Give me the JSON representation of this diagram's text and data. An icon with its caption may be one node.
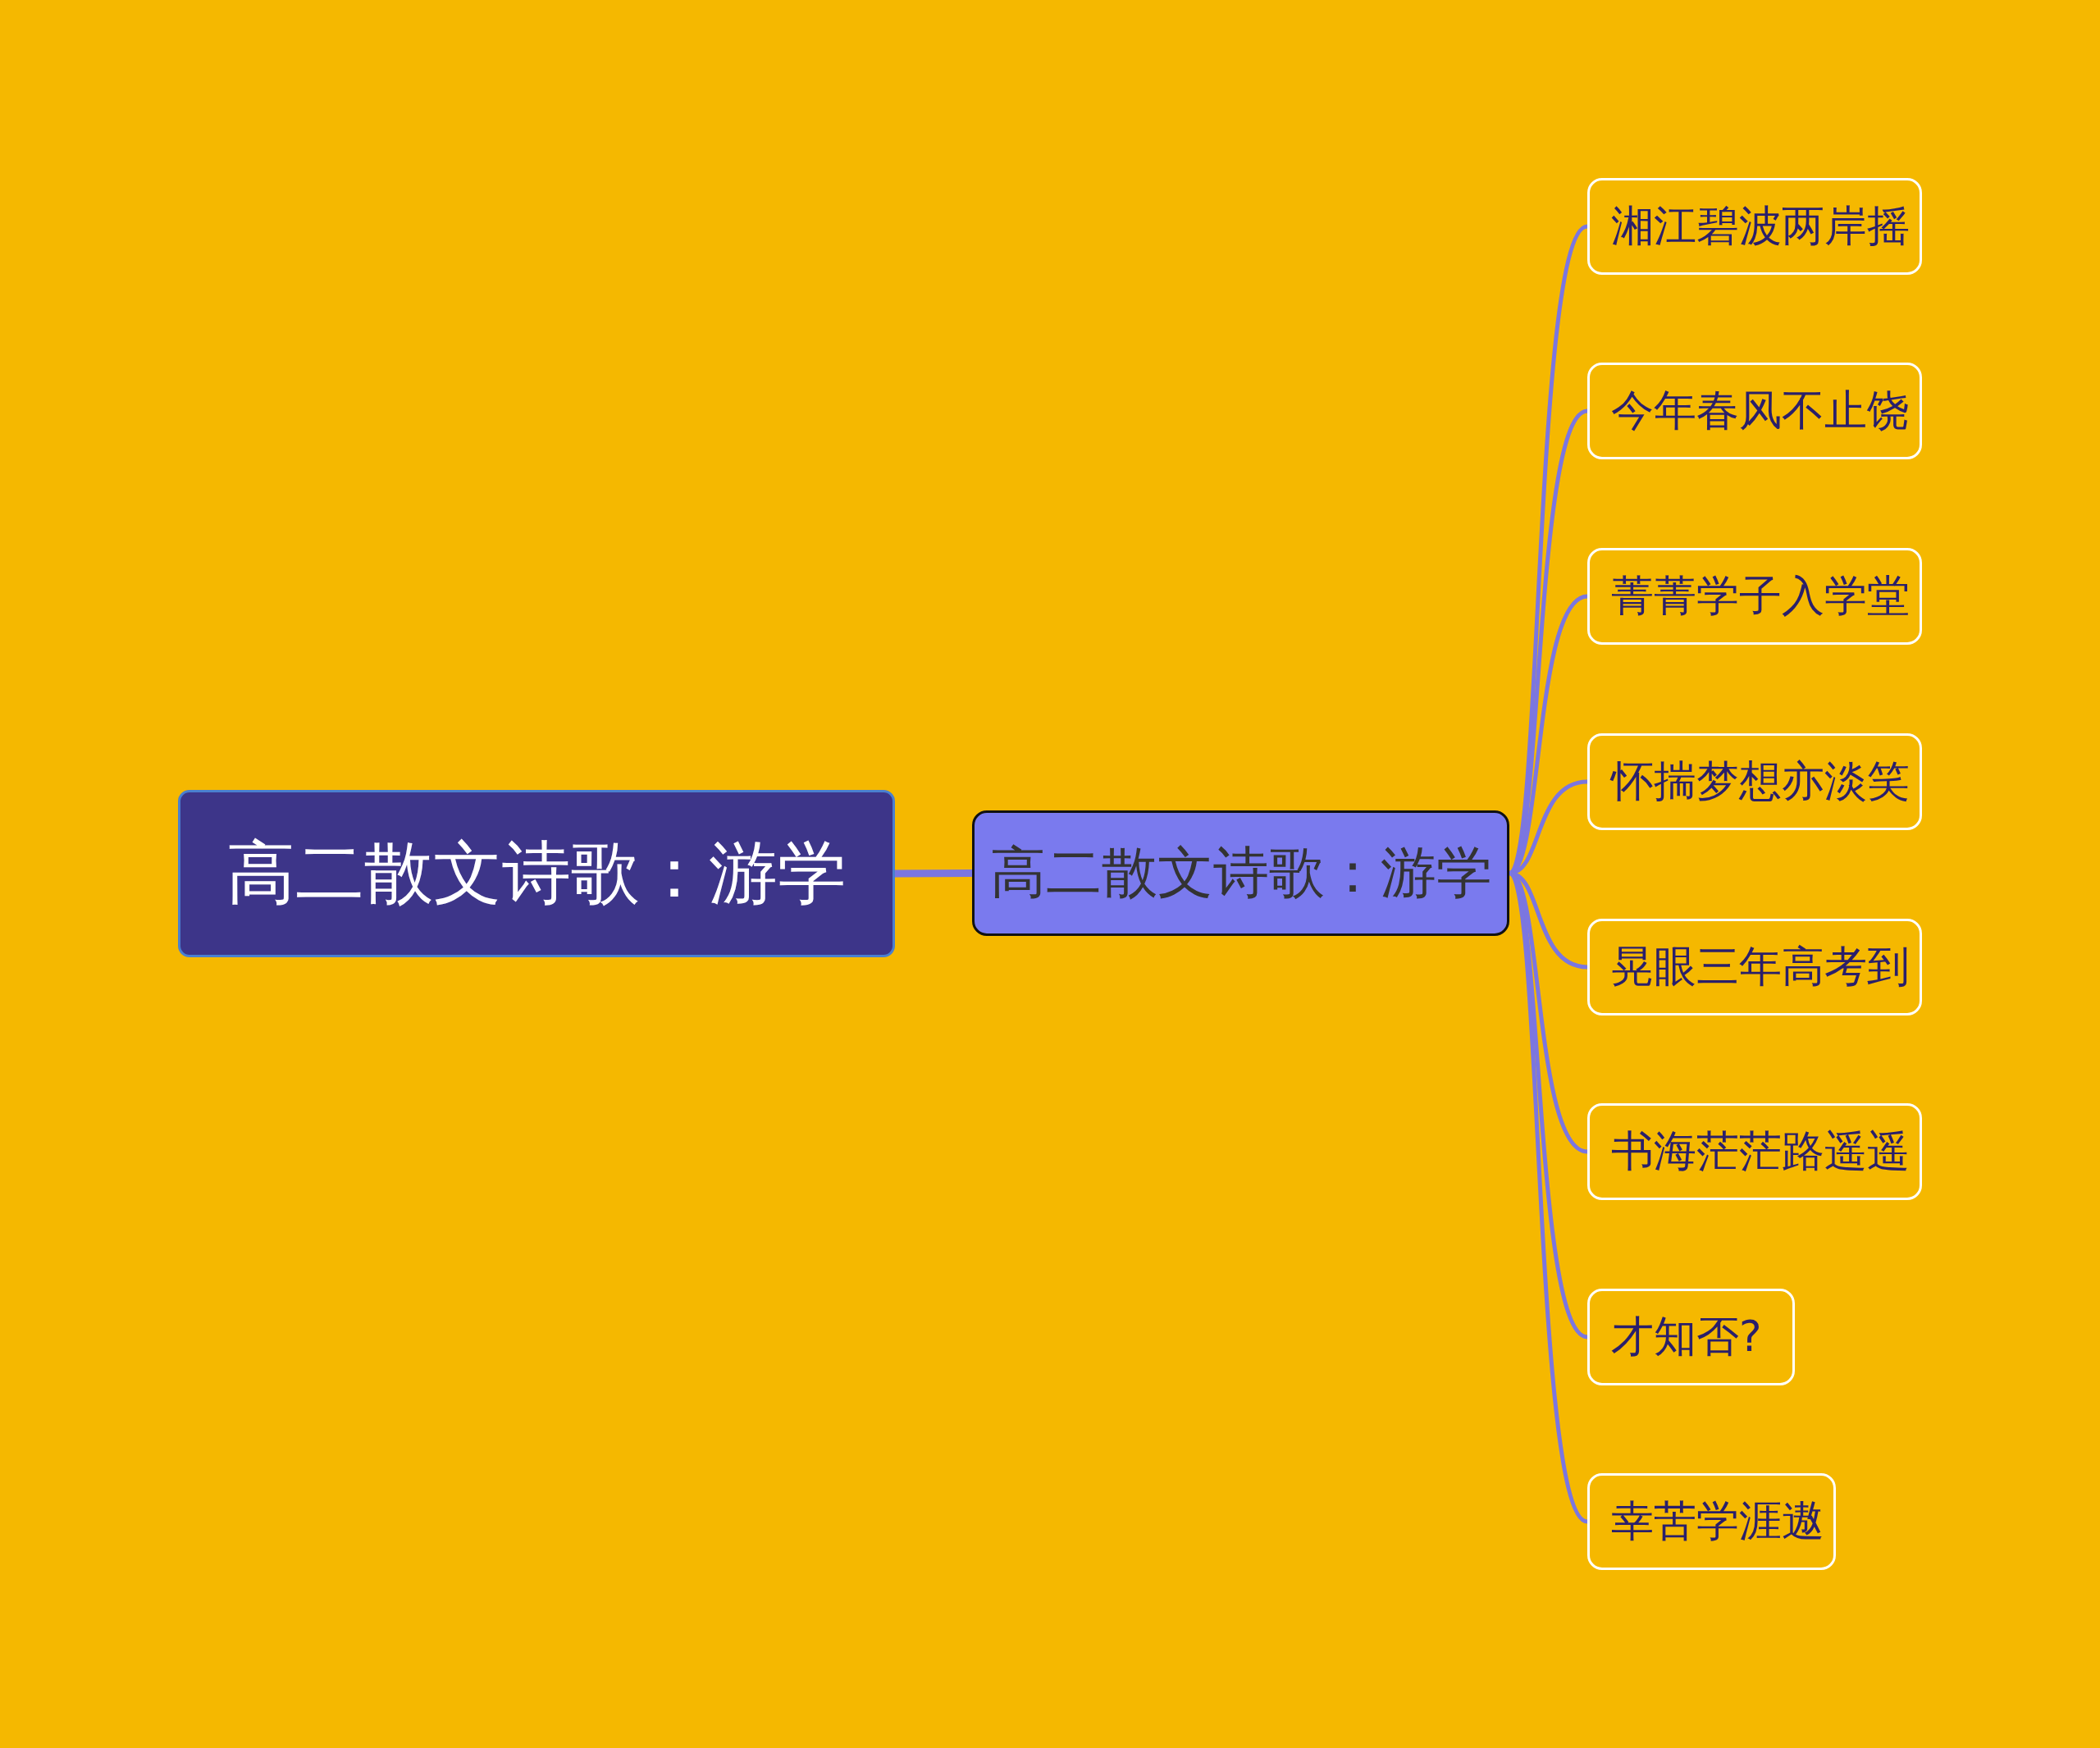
{
  "diagram": {
    "nodes": [
      {
        "text": [
          "高二散文诗歌：游学"
        ]
      },
      {
        "text": [
          "高二散文诗歌：游学"
        ]
      },
      {
        "text": [
          "湘江碧波两岸摇"
        ]
      },
      {
        "text": [
          "今年春风不止饶"
        ]
      },
      {
        "text": [
          "菁菁学子入学堂"
        ]
      },
      {
        "text": [
          "怀揣梦想亦淡笑"
        ]
      },
      {
        "text": [
          "晃眼三年高考到"
        ]
      },
      {
        "text": [
          "书海茫茫路遥遥"
        ]
      },
      {
        "text": [
          "才知否?"
        ]
      },
      {
        "text": [
          "幸苦学涯遨"
        ]
      }
    ],
    "edges": [
      {
        "from": 0,
        "to": 1,
        "arrow": "none",
        "style": "thick"
      },
      {
        "from": 1,
        "to": 2,
        "arrow": "none"
      },
      {
        "from": 1,
        "to": 3,
        "arrow": "none"
      },
      {
        "from": 1,
        "to": 4,
        "arrow": "none"
      },
      {
        "from": 1,
        "to": 5,
        "arrow": "none"
      },
      {
        "from": 1,
        "to": 6,
        "arrow": "none"
      },
      {
        "from": 1,
        "to": 7,
        "arrow": "none"
      },
      {
        "from": 1,
        "to": 8,
        "arrow": "none"
      },
      {
        "from": 1,
        "to": 9,
        "arrow": "none"
      }
    ]
  }
}
